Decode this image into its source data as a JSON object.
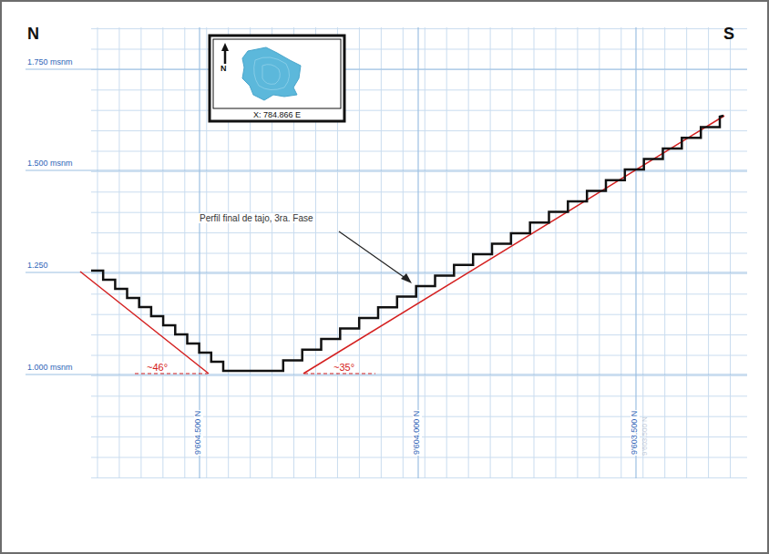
{
  "diagram": {
    "labels": [
      "N",
      "S",
      "1.750 msnm",
      "1.500 msnm",
      "1.250",
      "1.000 msnm",
      "N",
      "X: 784.866 E",
      "Perfil final de tajo, 3ra. Fase",
      "~46°",
      "~35°",
      "9'604.500 N",
      "9'604.000 N",
      "9'603.500 N",
      "9'603.500 N"
    ]
  }
}
